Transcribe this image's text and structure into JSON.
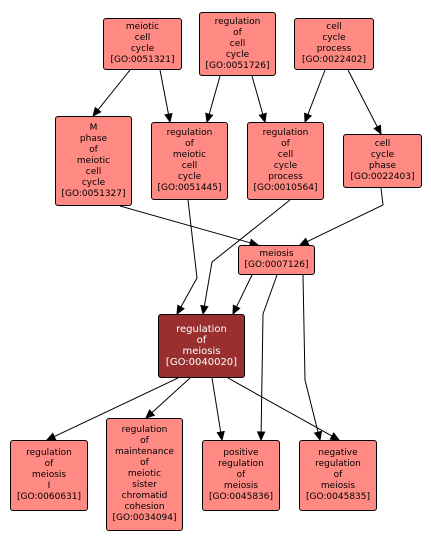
{
  "colors": {
    "node_fill": "#ff8a84",
    "focus_fill": "#9a2f2f",
    "node_text": "#000000",
    "focus_text": "#ffffff",
    "edge": "#000000"
  },
  "nodes": [
    {
      "id": "n0051321",
      "lines": [
        "meiotic",
        "cell",
        "cycle",
        "[GO:0051321]"
      ]
    },
    {
      "id": "n0051726",
      "lines": [
        "regulation",
        "of",
        "cell",
        "cycle",
        "[GO:0051726]"
      ]
    },
    {
      "id": "n0022402",
      "lines": [
        "cell",
        "cycle",
        "process",
        "[GO:0022402]"
      ]
    },
    {
      "id": "n0051327",
      "lines": [
        "M",
        "phase",
        "of",
        "meiotic",
        "cell",
        "cycle",
        "[GO:0051327]"
      ]
    },
    {
      "id": "n0051445",
      "lines": [
        "regulation",
        "of",
        "meiotic",
        "cell",
        "cycle",
        "[GO:0051445]"
      ]
    },
    {
      "id": "n0010564",
      "lines": [
        "regulation",
        "of",
        "cell",
        "cycle",
        "process",
        "[GO:0010564]"
      ]
    },
    {
      "id": "n0022403",
      "lines": [
        "cell",
        "cycle",
        "phase",
        "[GO:0022403]"
      ]
    },
    {
      "id": "n0007126",
      "lines": [
        "meiosis",
        "[GO:0007126]"
      ]
    },
    {
      "id": "n0040020",
      "lines": [
        "regulation",
        "of",
        "meiosis",
        "[GO:0040020]"
      ],
      "focus": true
    },
    {
      "id": "n0060631",
      "lines": [
        "regulation",
        "of",
        "meiosis",
        "I",
        "[GO:0060631]"
      ]
    },
    {
      "id": "n0034094",
      "lines": [
        "regulation",
        "of",
        "maintenance",
        "of",
        "meiotic",
        "sister",
        "chromatid",
        "cohesion",
        "[GO:0034094]"
      ]
    },
    {
      "id": "n0045836",
      "lines": [
        "positive",
        "regulation",
        "of",
        "meiosis",
        "[GO:0045836]"
      ]
    },
    {
      "id": "n0045835",
      "lines": [
        "negative",
        "regulation",
        "of",
        "meiosis",
        "[GO:0045835]"
      ]
    }
  ],
  "edges": [
    {
      "from": "n0051321",
      "to": "n0051327"
    },
    {
      "from": "n0051321",
      "to": "n0051445"
    },
    {
      "from": "n0051726",
      "to": "n0051445"
    },
    {
      "from": "n0051726",
      "to": "n0010564"
    },
    {
      "from": "n0022402",
      "to": "n0010564"
    },
    {
      "from": "n0022402",
      "to": "n0022403"
    },
    {
      "from": "n0051327",
      "to": "n0007126"
    },
    {
      "from": "n0022403",
      "to": "n0007126"
    },
    {
      "from": "n0051445",
      "to": "n0040020"
    },
    {
      "from": "n0010564",
      "to": "n0040020"
    },
    {
      "from": "n0007126",
      "to": "n0040020"
    },
    {
      "from": "n0007126",
      "to": "n0045836"
    },
    {
      "from": "n0007126",
      "to": "n0045835"
    },
    {
      "from": "n0040020",
      "to": "n0060631"
    },
    {
      "from": "n0040020",
      "to": "n0034094"
    },
    {
      "from": "n0040020",
      "to": "n0045836"
    },
    {
      "from": "n0040020",
      "to": "n0045835"
    }
  ]
}
